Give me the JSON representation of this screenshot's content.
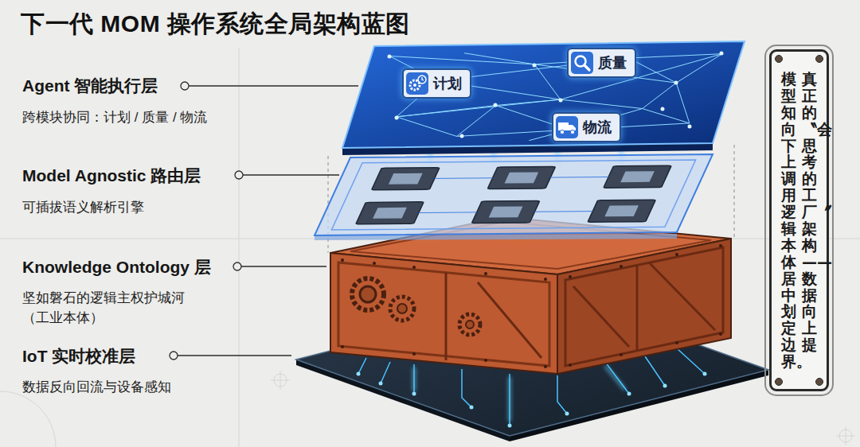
{
  "diagram": {
    "title": "下一代 MOM 操作系统全局架构蓝图",
    "nodes": [
      {
        "text": [
          "计划"
        ]
      },
      {
        "text": [
          "质量"
        ]
      },
      {
        "text": [
          "物流"
        ]
      },
      {
        "text": [
          "真正的〝会思考的工厂〞架构——数据向上提",
          "模型知向下上调用逻辑，本体居中划定边界。"
        ]
      }
    ],
    "labels": [
      "Agent 智能执行层",
      "跨模块协同：计划 / 质量 / 物流",
      "Model Agnostic 路由层",
      "可插拔语义解析引擎",
      "Knowledge Ontology 层",
      "坚如磐石的逻辑主权护城河 （工业本体）",
      "IoT 实时校准层",
      "数据反向回流与设备感知"
    ]
  }
}
